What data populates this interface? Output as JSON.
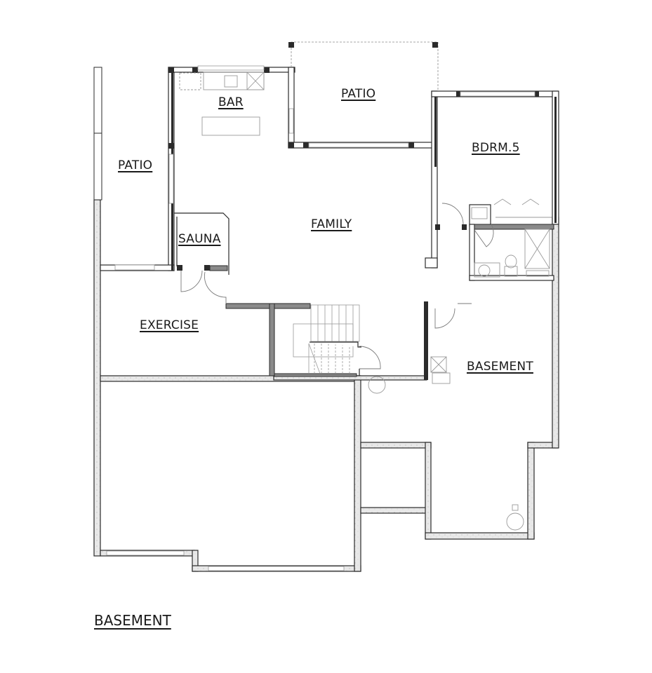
{
  "plan": {
    "title": "BASEMENT",
    "rooms": [
      {
        "id": "bar",
        "label": "BAR"
      },
      {
        "id": "patio-top",
        "label": "PATIO"
      },
      {
        "id": "bdrm5",
        "label": "BDRM.5"
      },
      {
        "id": "patio-left",
        "label": "PATIO"
      },
      {
        "id": "family",
        "label": "FAMILY"
      },
      {
        "id": "sauna",
        "label": "SAUNA"
      },
      {
        "id": "exercise",
        "label": "EXERCISE"
      },
      {
        "id": "basement",
        "label": "BASEMENT"
      }
    ]
  },
  "colors": {
    "wall_dark": "#2b2b2b",
    "wall_gray": "#8a8a8a",
    "foundation_fill": "#e6e6e6",
    "fixture_line": "#9a9a9a",
    "text": "#1a1a1a"
  }
}
